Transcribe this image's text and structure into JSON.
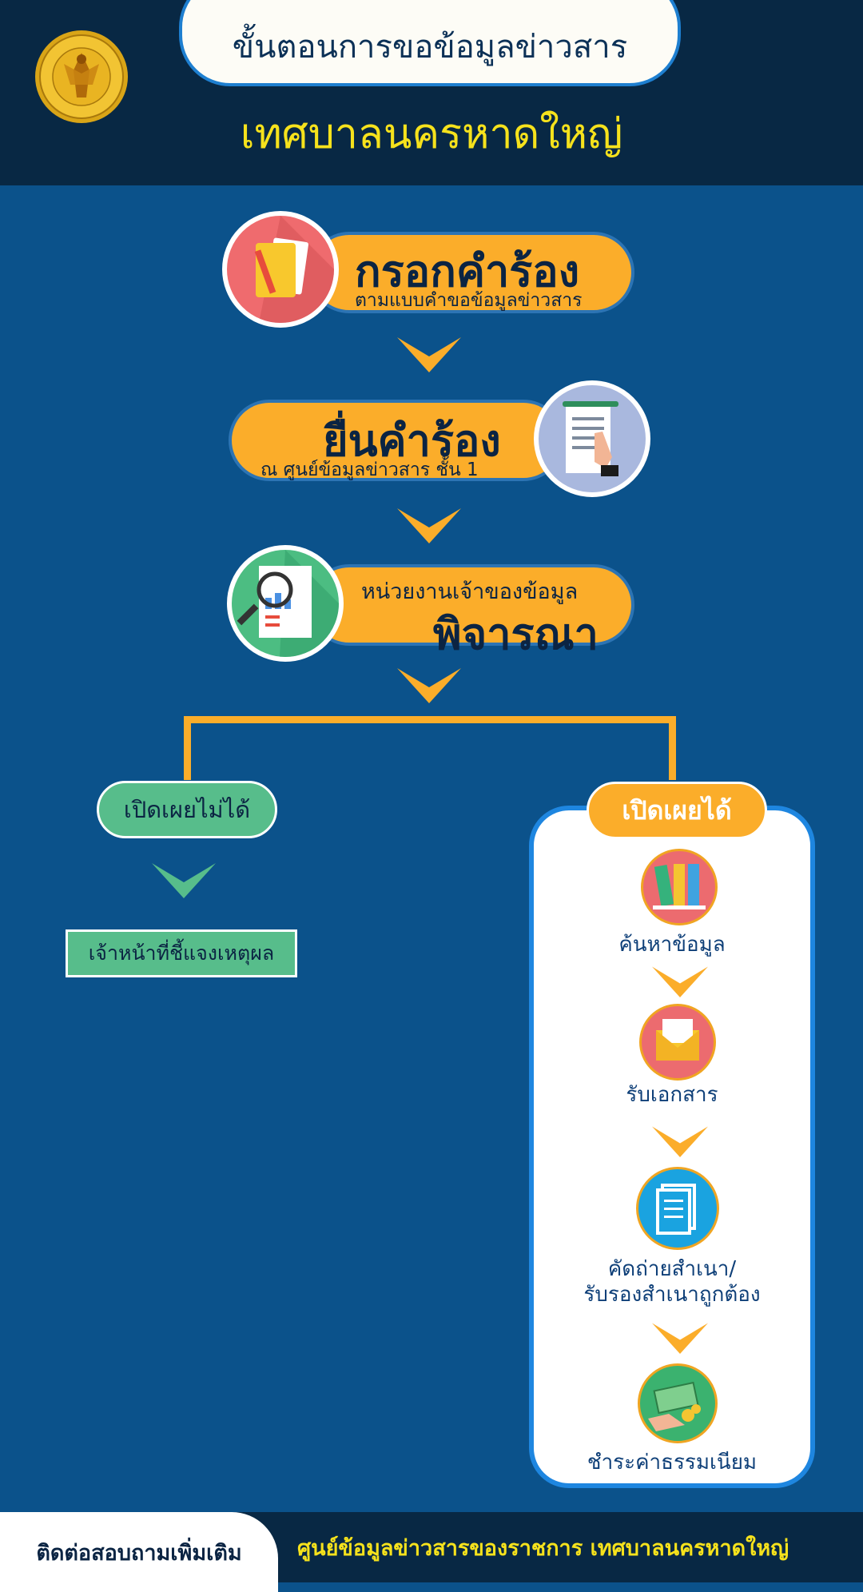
{
  "header": {
    "title": "ขั้นตอนการขอข้อมูลข่าวสาร",
    "subtitle": "เทศบาลนครหาดใหญ่",
    "seal_icon": "municipality-seal-icon"
  },
  "steps": [
    {
      "title": "กรอกคำร้อง",
      "caption": "ตามแบบคำขอข้อมูลข่าวสาร",
      "icon": "folder-pencil-icon"
    },
    {
      "title": "ยื่นคำร้อง",
      "caption": "ณ ศูนย์ข้อมูลข่าวสาร ชั้น 1",
      "icon": "document-hand-icon"
    },
    {
      "title": "พิจารณา",
      "caption": "หน่วยงานเจ้าของข้อมูล",
      "icon": "magnifier-report-icon"
    }
  ],
  "deny": {
    "label": "เปิดเผยไม่ได้",
    "result": "เจ้าหน้าที่ชี้แจงเหตุผล"
  },
  "allow": {
    "label": "เปิดเผยได้",
    "steps": [
      {
        "label": "ค้นหาข้อมูล",
        "icon": "binders-icon"
      },
      {
        "label": "รับเอกสาร",
        "icon": "envelope-icon"
      },
      {
        "label_line1": "คัดถ่ายสำเนา/",
        "label_line2": "รับรองสำเนาถูกต้อง",
        "icon": "copy-documents-icon"
      },
      {
        "label": "ชำระค่าธรรมเนียม",
        "icon": "money-payment-icon"
      }
    ]
  },
  "footer": {
    "contact_label": "ติดต่อสอบถามเพิ่มเติม",
    "office": "ศูนย์ข้อมูลข่าวสารของราชการ เทศบาลนครหาดใหญ่"
  },
  "colors": {
    "background": "#0b528b",
    "header": "#082844",
    "accent_orange": "#fbad2a",
    "accent_green": "#57bd8b",
    "title_yellow": "#f6e21c"
  }
}
